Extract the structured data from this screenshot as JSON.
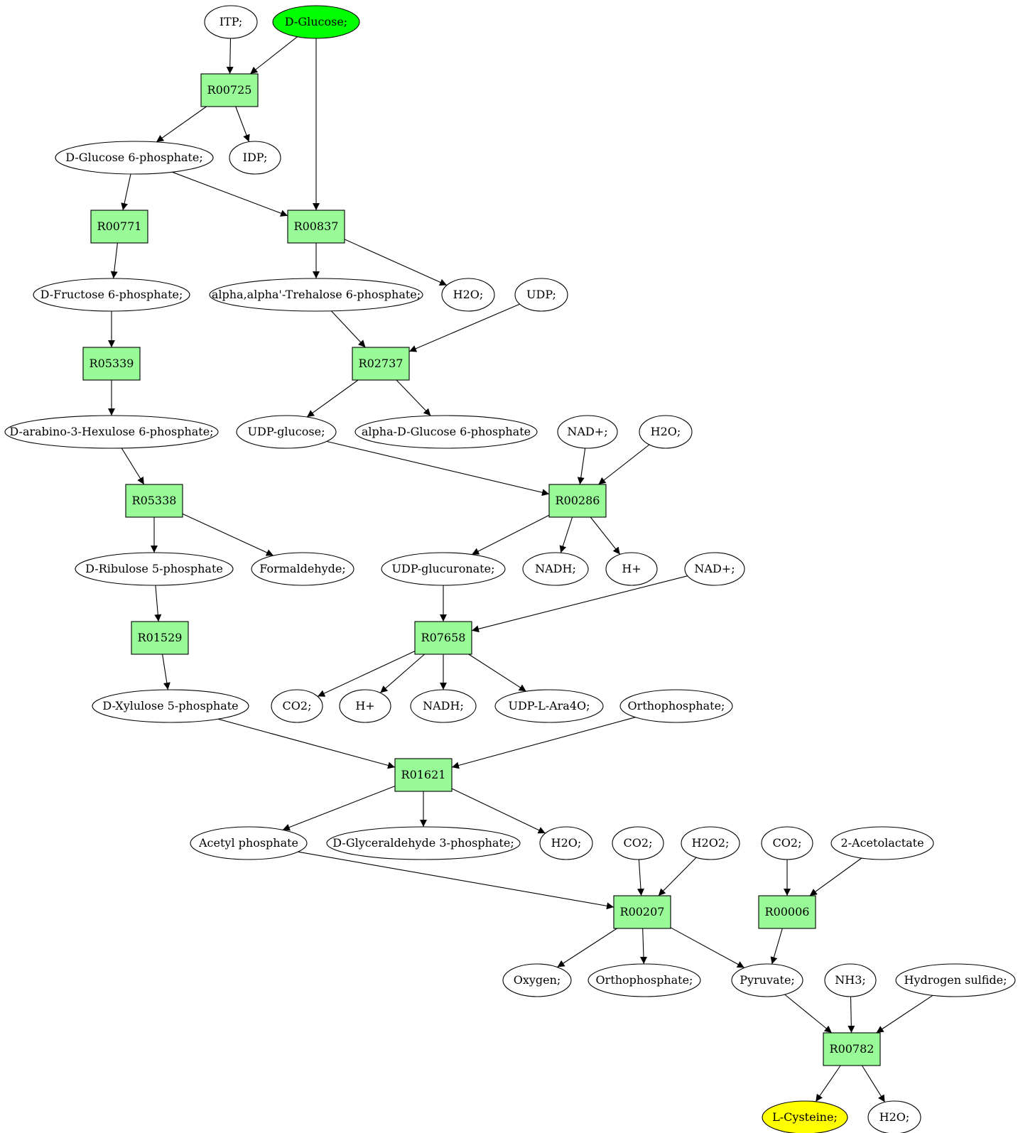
{
  "colors": {
    "reaction_fill": "#98fb98",
    "compound_fill": "#ffffff",
    "start_fill": "#00ff00",
    "target_fill": "#ffff00",
    "stroke": "#000000"
  },
  "nodes": [
    {
      "id": "itp",
      "label": "ITP;",
      "kind": "compound"
    },
    {
      "id": "glc",
      "label": "D-Glucose;",
      "kind": "start"
    },
    {
      "id": "r00725",
      "label": "R00725",
      "kind": "reaction"
    },
    {
      "id": "g6p",
      "label": "D-Glucose 6-phosphate;",
      "kind": "compound"
    },
    {
      "id": "idp",
      "label": "IDP;",
      "kind": "compound"
    },
    {
      "id": "r00771",
      "label": "R00771",
      "kind": "reaction"
    },
    {
      "id": "r00837",
      "label": "R00837",
      "kind": "reaction"
    },
    {
      "id": "f6p",
      "label": "D-Fructose 6-phosphate;",
      "kind": "compound"
    },
    {
      "id": "t6p",
      "label": "alpha,alpha'-Trehalose 6-phosphate;",
      "kind": "compound"
    },
    {
      "id": "h2o_a",
      "label": "H2O;",
      "kind": "compound"
    },
    {
      "id": "udp",
      "label": "UDP;",
      "kind": "compound"
    },
    {
      "id": "r05339",
      "label": "R05339",
      "kind": "reaction"
    },
    {
      "id": "r02737",
      "label": "R02737",
      "kind": "reaction"
    },
    {
      "id": "hexulose",
      "label": "D-arabino-3-Hexulose 6-phosphate;",
      "kind": "compound"
    },
    {
      "id": "udpglc",
      "label": "UDP-glucose;",
      "kind": "compound"
    },
    {
      "id": "adg6p",
      "label": "alpha-D-Glucose 6-phosphate",
      "kind": "compound"
    },
    {
      "id": "nad_a",
      "label": "NAD+;",
      "kind": "compound"
    },
    {
      "id": "h2o_b",
      "label": "H2O;",
      "kind": "compound"
    },
    {
      "id": "r05338",
      "label": "R05338",
      "kind": "reaction"
    },
    {
      "id": "r00286",
      "label": "R00286",
      "kind": "reaction"
    },
    {
      "id": "ru5p",
      "label": "D-Ribulose 5-phosphate",
      "kind": "compound"
    },
    {
      "id": "formald",
      "label": "Formaldehyde;",
      "kind": "compound"
    },
    {
      "id": "udpglcur",
      "label": "UDP-glucuronate;",
      "kind": "compound"
    },
    {
      "id": "nadh_a",
      "label": "NADH;",
      "kind": "compound"
    },
    {
      "id": "hplus_a",
      "label": "H+",
      "kind": "compound"
    },
    {
      "id": "nad_b",
      "label": "NAD+;",
      "kind": "compound"
    },
    {
      "id": "r01529",
      "label": "R01529",
      "kind": "reaction"
    },
    {
      "id": "r07658",
      "label": "R07658",
      "kind": "reaction"
    },
    {
      "id": "x5p",
      "label": "D-Xylulose 5-phosphate",
      "kind": "compound"
    },
    {
      "id": "co2_a",
      "label": "CO2;",
      "kind": "compound"
    },
    {
      "id": "hplus_b",
      "label": "H+",
      "kind": "compound"
    },
    {
      "id": "nadh_b",
      "label": "NADH;",
      "kind": "compound"
    },
    {
      "id": "udpara",
      "label": "UDP-L-Ara4O;",
      "kind": "compound"
    },
    {
      "id": "pi_a",
      "label": "Orthophosphate;",
      "kind": "compound"
    },
    {
      "id": "r01621",
      "label": "R01621",
      "kind": "reaction"
    },
    {
      "id": "acp",
      "label": "Acetyl phosphate",
      "kind": "compound"
    },
    {
      "id": "gap",
      "label": "D-Glyceraldehyde 3-phosphate;",
      "kind": "compound"
    },
    {
      "id": "h2o_c",
      "label": "H2O;",
      "kind": "compound"
    },
    {
      "id": "co2_b",
      "label": "CO2;",
      "kind": "compound"
    },
    {
      "id": "h2o2",
      "label": "H2O2;",
      "kind": "compound"
    },
    {
      "id": "co2_c",
      "label": "CO2;",
      "kind": "compound"
    },
    {
      "id": "acetolac",
      "label": "2-Acetolactate",
      "kind": "compound"
    },
    {
      "id": "r00207",
      "label": "R00207",
      "kind": "reaction"
    },
    {
      "id": "r00006",
      "label": "R00006",
      "kind": "reaction"
    },
    {
      "id": "oxygen",
      "label": "Oxygen;",
      "kind": "compound"
    },
    {
      "id": "pi_b",
      "label": "Orthophosphate;",
      "kind": "compound"
    },
    {
      "id": "pyr",
      "label": "Pyruvate;",
      "kind": "compound"
    },
    {
      "id": "nh3",
      "label": "NH3;",
      "kind": "compound"
    },
    {
      "id": "h2s",
      "label": "Hydrogen sulfide;",
      "kind": "compound"
    },
    {
      "id": "r00782",
      "label": "R00782",
      "kind": "reaction"
    },
    {
      "id": "cys",
      "label": "L-Cysteine;",
      "kind": "target"
    },
    {
      "id": "h2o_d",
      "label": "H2O;",
      "kind": "compound"
    }
  ],
  "edges": [
    [
      "itp",
      "r00725"
    ],
    [
      "glc",
      "r00725"
    ],
    [
      "glc",
      "r00837"
    ],
    [
      "r00725",
      "g6p"
    ],
    [
      "r00725",
      "idp"
    ],
    [
      "g6p",
      "r00771"
    ],
    [
      "g6p",
      "r00837"
    ],
    [
      "r00771",
      "f6p"
    ],
    [
      "r00837",
      "t6p"
    ],
    [
      "r00837",
      "h2o_a"
    ],
    [
      "f6p",
      "r05339"
    ],
    [
      "t6p",
      "r02737"
    ],
    [
      "udp",
      "r02737"
    ],
    [
      "r05339",
      "hexulose"
    ],
    [
      "r02737",
      "udpglc"
    ],
    [
      "r02737",
      "adg6p"
    ],
    [
      "hexulose",
      "r05338"
    ],
    [
      "udpglc",
      "r00286"
    ],
    [
      "nad_a",
      "r00286"
    ],
    [
      "h2o_b",
      "r00286"
    ],
    [
      "r05338",
      "ru5p"
    ],
    [
      "r05338",
      "formald"
    ],
    [
      "r00286",
      "udpglcur"
    ],
    [
      "r00286",
      "nadh_a"
    ],
    [
      "r00286",
      "hplus_a"
    ],
    [
      "ru5p",
      "r01529"
    ],
    [
      "udpglcur",
      "r07658"
    ],
    [
      "nad_b",
      "r07658"
    ],
    [
      "r01529",
      "x5p"
    ],
    [
      "r07658",
      "co2_a"
    ],
    [
      "r07658",
      "hplus_b"
    ],
    [
      "r07658",
      "nadh_b"
    ],
    [
      "r07658",
      "udpara"
    ],
    [
      "x5p",
      "r01621"
    ],
    [
      "pi_a",
      "r01621"
    ],
    [
      "r01621",
      "acp"
    ],
    [
      "r01621",
      "gap"
    ],
    [
      "r01621",
      "h2o_c"
    ],
    [
      "acp",
      "r00207"
    ],
    [
      "co2_b",
      "r00207"
    ],
    [
      "h2o2",
      "r00207"
    ],
    [
      "co2_c",
      "r00006"
    ],
    [
      "acetolac",
      "r00006"
    ],
    [
      "r00207",
      "oxygen"
    ],
    [
      "r00207",
      "pi_b"
    ],
    [
      "r00207",
      "pyr"
    ],
    [
      "r00006",
      "pyr"
    ],
    [
      "pyr",
      "r00782"
    ],
    [
      "nh3",
      "r00782"
    ],
    [
      "h2s",
      "r00782"
    ],
    [
      "r00782",
      "cys"
    ],
    [
      "r00782",
      "h2o_d"
    ]
  ]
}
